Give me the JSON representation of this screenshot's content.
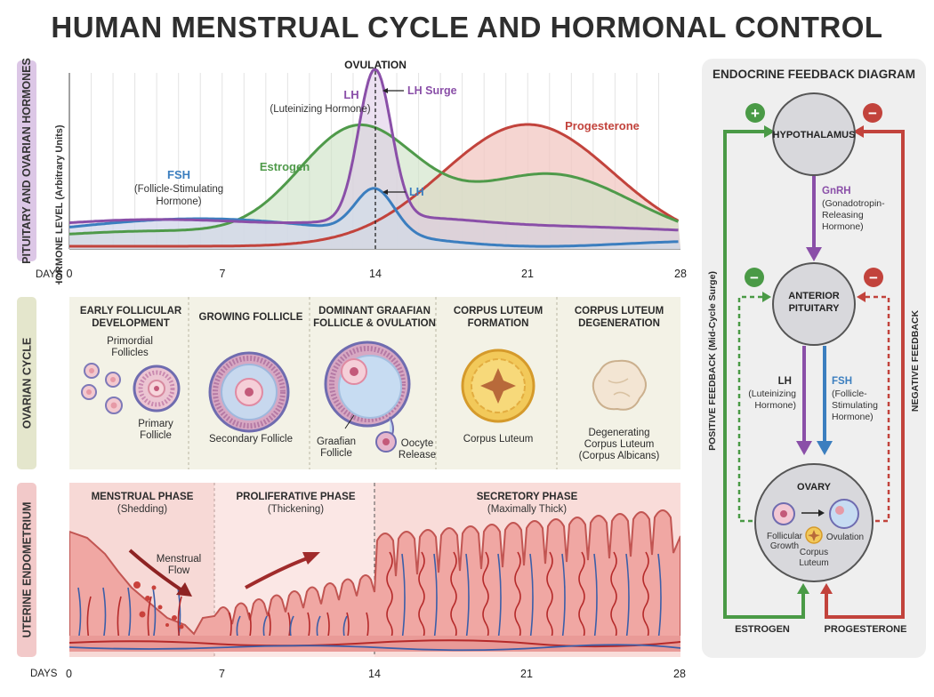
{
  "title": "HUMAN MENSTRUAL CYCLE AND HORMONAL CONTROL",
  "side_labels": {
    "hormones": "PITUITARY AND OVARIAN HORMONES",
    "ovarian": "OVARIAN CYCLE",
    "uterine": "UTERINE ENDOMETRIUM"
  },
  "hormone_chart": {
    "ylabel": "HORMONE LEVEL (Arbitrary Units)",
    "ovulation_label": "OVULATION",
    "days_label": "DAYS",
    "ticks": [
      "0",
      "7",
      "14",
      "21",
      "28"
    ],
    "fsh": {
      "name": "FSH",
      "full": [
        "(Follicle-Stimulating",
        "Hormone)"
      ],
      "peak_label": "LH",
      "color": "#3b7ebf"
    },
    "lh": {
      "name": "LH",
      "full": "(Luteinizing Hormone)",
      "surge_label": "LH Surge",
      "color": "#8a4fa8"
    },
    "estrogen": {
      "name": "Estrogen",
      "color": "#4f9a4a"
    },
    "progesterone": {
      "name": "Progesterone",
      "color": "#c2433c"
    }
  },
  "ovarian_cycle": {
    "stages": [
      {
        "title": [
          "EARLY FOLLICULAR",
          "DEVELOPMENT"
        ],
        "captions": {
          "primordial": [
            "Primordial",
            "Follicles"
          ],
          "primary": [
            "Primary",
            "Follicle"
          ]
        }
      },
      {
        "title": [
          "GROWING FOLLICLE"
        ],
        "caption": "Secondary Follicle"
      },
      {
        "title": [
          "DOMINANT GRAAFIAN",
          "FOLLICLE & OVULATION"
        ],
        "captions": {
          "graafian": [
            "Graafian",
            "Follicle"
          ],
          "oocyte": [
            "Oocyte",
            "Release"
          ]
        }
      },
      {
        "title": [
          "CORPUS LUTEUM",
          "FORMATION"
        ],
        "caption": "Corpus Luteum"
      },
      {
        "title": [
          "CORPUS LUTEUM",
          "DEGENERATION"
        ],
        "caption": [
          "Degenerating",
          "Corpus Luteum",
          "(Corpus Albicans)"
        ]
      }
    ]
  },
  "uterine": {
    "phases": [
      {
        "name": "MENSTRUAL PHASE",
        "sub": "(Shedding)"
      },
      {
        "name": "PROLIFERATIVE PHASE",
        "sub": "(Thickening)"
      },
      {
        "name": "SECRETORY PHASE",
        "sub": "(Maximally Thick)"
      }
    ],
    "flow_label": [
      "Menstrual",
      "Flow"
    ],
    "days_label": "DAYS",
    "ticks": [
      "0",
      "7",
      "14",
      "21",
      "28"
    ]
  },
  "feedback": {
    "title": "ENDOCRINE FEEDBACK DIAGRAM",
    "hypothalamus": "HYPOTHALAMUS",
    "pituitary": [
      "ANTERIOR",
      "PITUITARY"
    ],
    "ovary": "OVARY",
    "gnrh": {
      "name": "GnRH",
      "full": [
        "(Gonadotropin-",
        "Releasing",
        "Hormone)"
      ]
    },
    "lh": {
      "name": "LH",
      "full": [
        "(Luteinizing",
        "Hormone)"
      ]
    },
    "fsh": {
      "name": "FSH",
      "full": [
        "(Follicle-",
        "Stimulating",
        "Hormone)"
      ]
    },
    "ovary_labels": {
      "growth": [
        "Follicular",
        "Growth"
      ],
      "ovulation": "Ovulation",
      "cl": [
        "Corpus",
        "Luteum"
      ]
    },
    "positive": "POSITIVE FEEDBACK (Mid-Cycle Surge)",
    "negative": "NEGATIVE FEEDBACK",
    "estrogen": "ESTROGEN",
    "progesterone": "PROGESTERONE",
    "plus": "+",
    "minus": "−"
  }
}
